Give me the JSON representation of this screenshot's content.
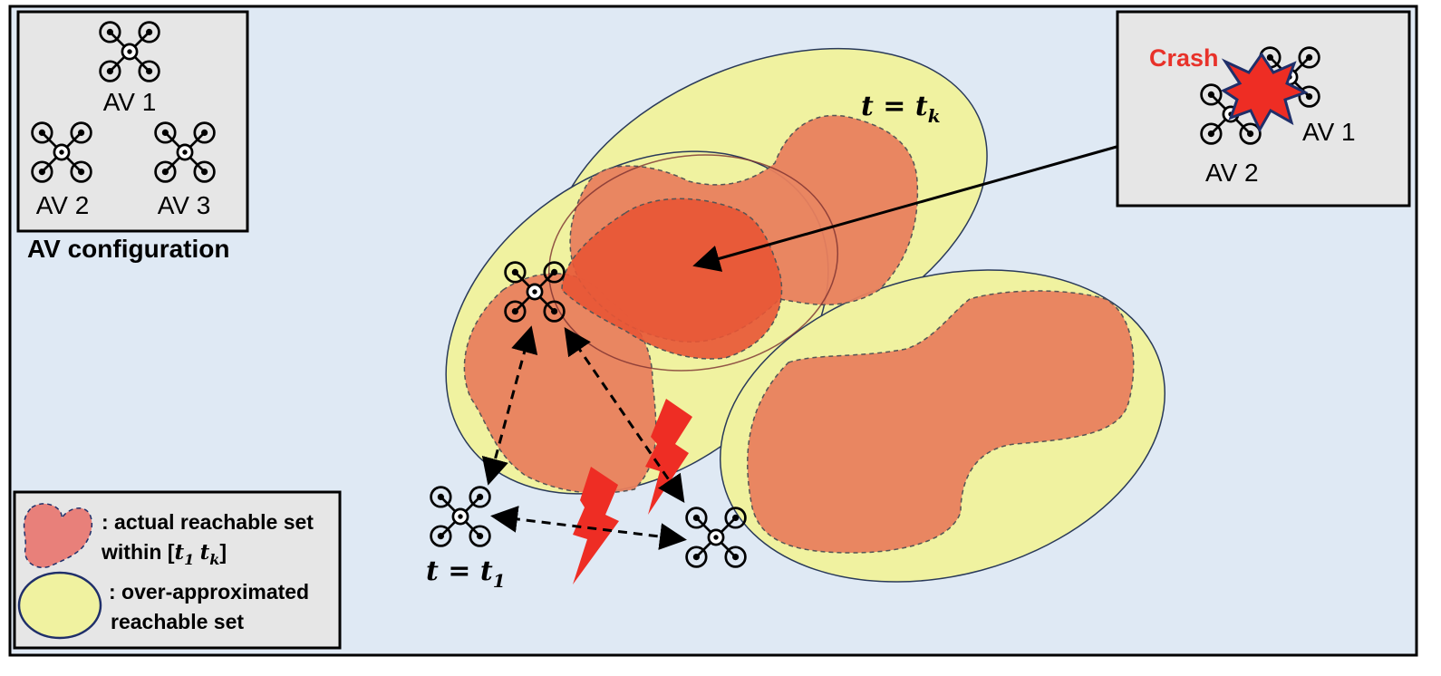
{
  "config_box": {
    "title": "AV configuration",
    "av1": "AV 1",
    "av2": "AV 2",
    "av3": "AV 3"
  },
  "crash_box": {
    "crash": "Crash",
    "av1": "AV 1",
    "av2": "AV 2"
  },
  "time_labels": {
    "tk_prefix": "t = t",
    "tk_sub": "k",
    "t1_prefix": "t = t",
    "t1_sub": "1"
  },
  "legend": {
    "actual_line1": ": actual reachable set",
    "actual_line2_prefix": "within [",
    "actual_t1": "t",
    "actual_t1_sub": "1",
    "actual_tk": "t",
    "actual_tk_sub": "k",
    "actual_close": "]",
    "over_line1": ": over-approximated",
    "over_line2": "reachable set"
  },
  "colors": {
    "background": "#dfe9f4",
    "over_approx": "#f0f2a0",
    "actual": "#e8805e",
    "overlap": "#e85535",
    "lightning": "#ee2d24",
    "box_fill": "#e6e6e6"
  }
}
